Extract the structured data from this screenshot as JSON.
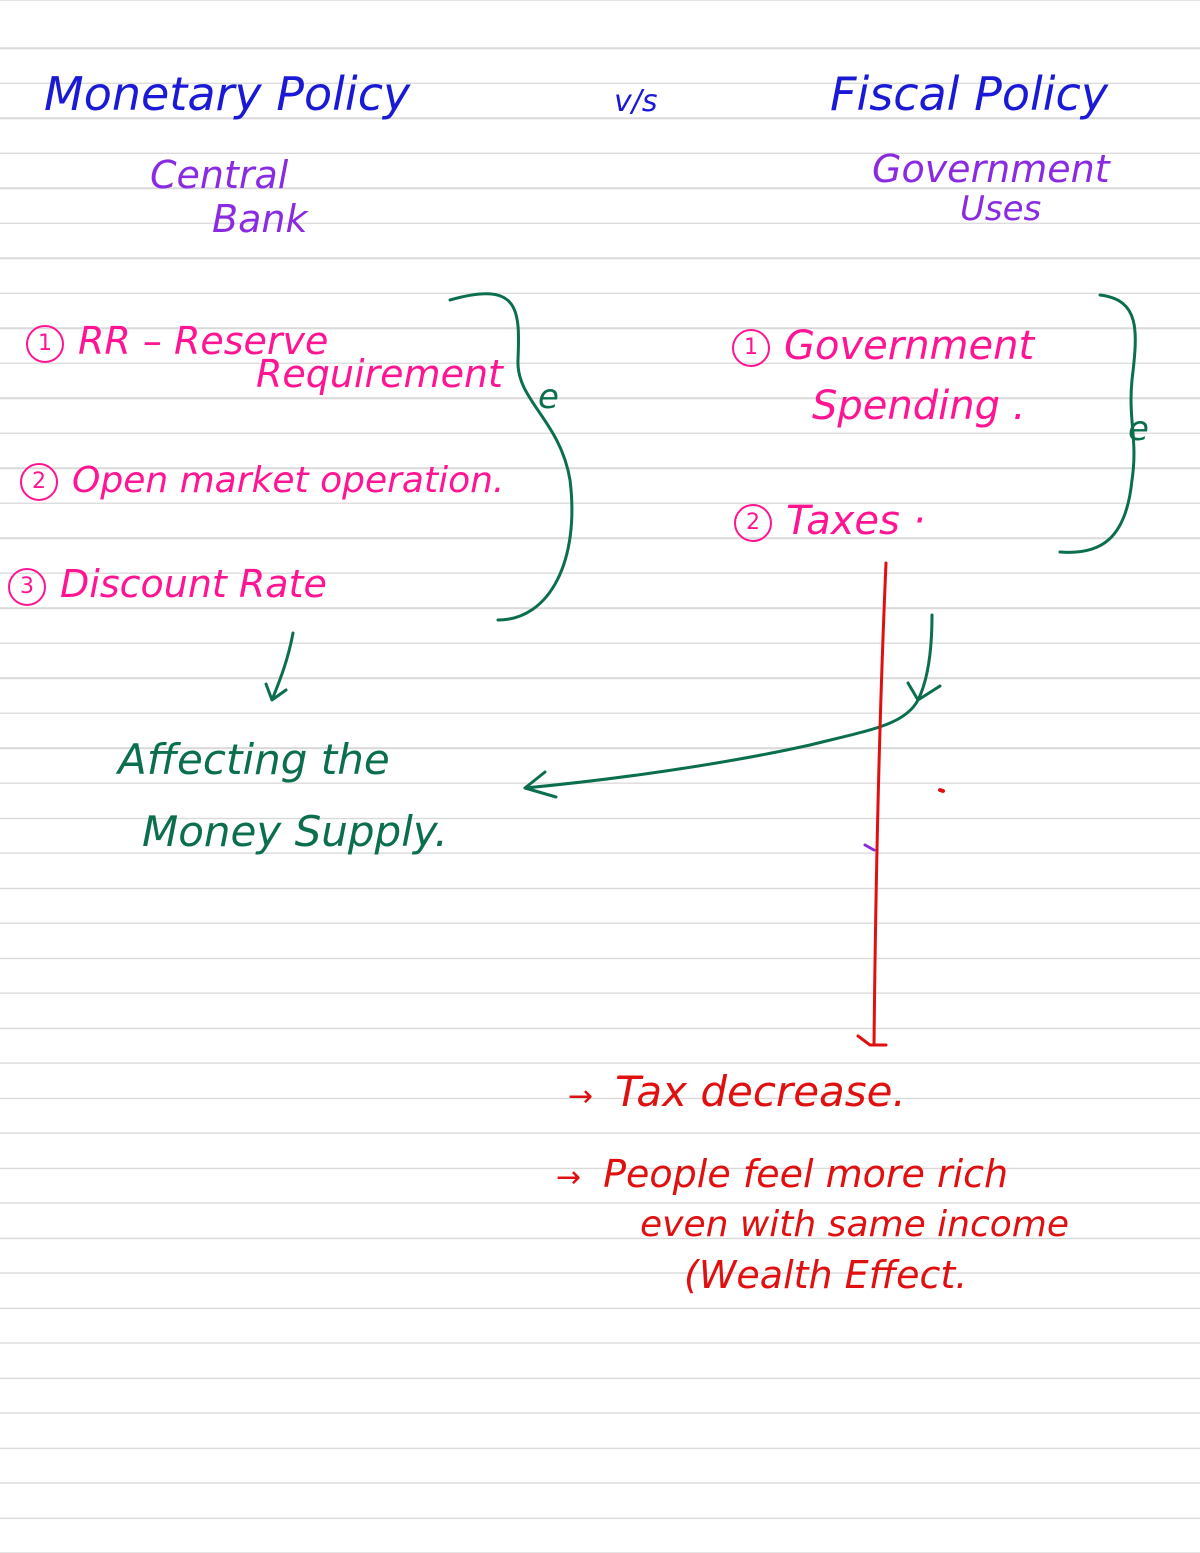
{
  "monetary": {
    "title": "Monetary Policy",
    "agent_line1": "Central",
    "agent_line2": "Bank",
    "items": [
      {
        "num": "1",
        "text_line1": "RR  –  Reserve",
        "text_line2": "Requirement"
      },
      {
        "num": "2",
        "text": "Open market operation."
      },
      {
        "num": "3",
        "text": "Discount   Rate"
      }
    ],
    "outcome_line1": "Affecting  the",
    "outcome_line2": "Money  Supply."
  },
  "versus": "v/s",
  "fiscal": {
    "title": "Fiscal Policy",
    "agent_line1": "Government",
    "agent_line2": "Uses",
    "items": [
      {
        "num": "1",
        "text_line1": "Government",
        "text_line2": "Spending ."
      },
      {
        "num": "2",
        "text": "Taxes ·"
      }
    ]
  },
  "brace_mark": "e",
  "tax_effects": {
    "point1": "Tax  decrease.",
    "point2_line1": "People  feel  more  rich",
    "point2_line2": "even  with  same  income",
    "point2_line3": "(Wealth  Effect."
  },
  "arrow_glyph": "→",
  "colors": {
    "title": "#1a1ad6",
    "agent": "#8a2be2",
    "instrument": "#ff1493",
    "connector": "#0b6e4f",
    "effect": "#e01010",
    "rule": "#d9d9d9"
  }
}
